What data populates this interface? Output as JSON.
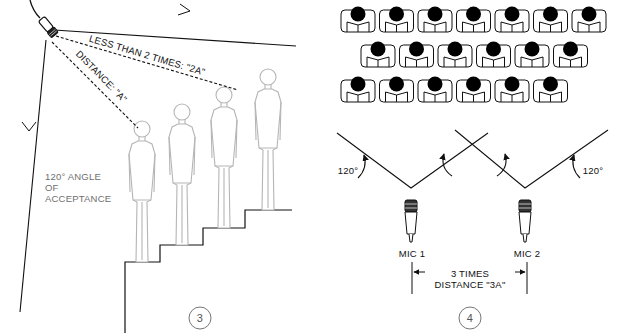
{
  "diagram": {
    "labels": [
      "LESS THAN 2 TIMES: \"2A\"",
      "DISTANCE: \"A\"",
      "120° ANGLE OF ACCEPTANCE",
      "120°",
      "120°",
      "MIC 1",
      "MIC 2",
      "3 TIMES DISTANCE \"3A\"",
      "3",
      "4"
    ]
  }
}
